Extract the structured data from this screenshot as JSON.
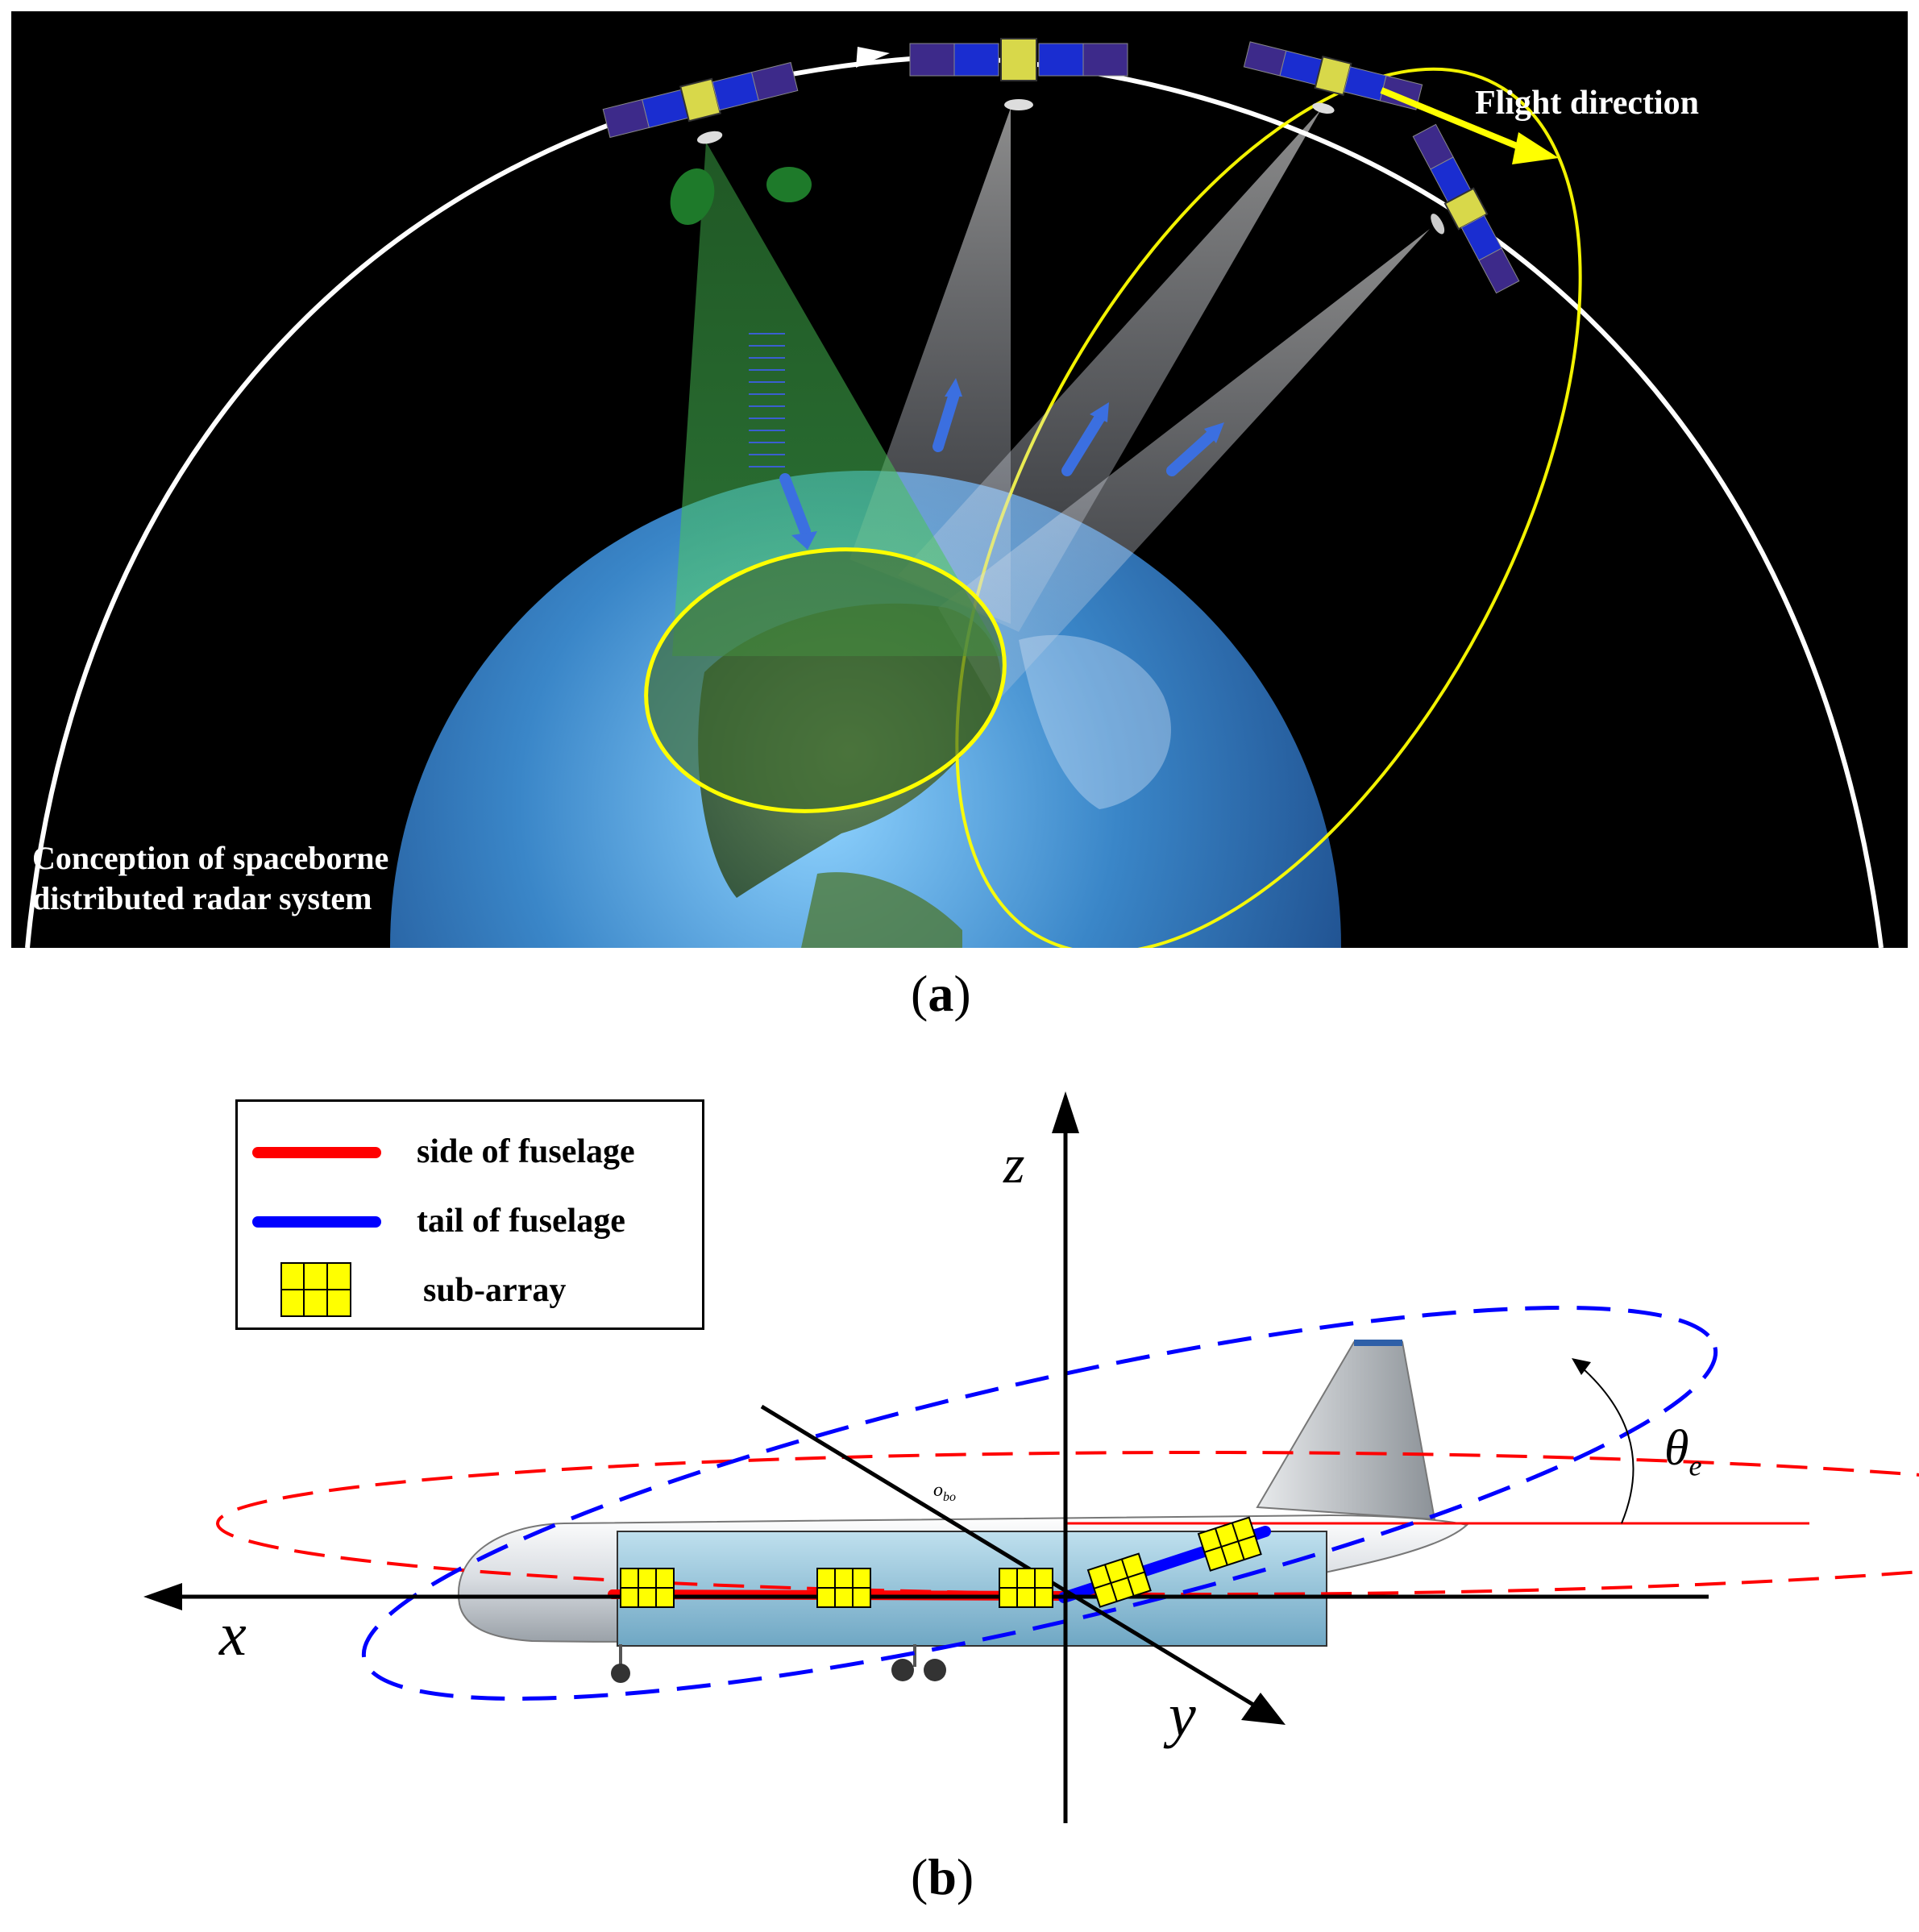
{
  "panel_a": {
    "flight_direction_label": "Flight direction",
    "concept_label_line1": "Conception of spaceborne",
    "concept_label_line2": "distributed radar system",
    "caption_letter": "a",
    "colors": {
      "sky": "#000000",
      "orbit": "#ffffff",
      "track": "#ffff00",
      "beam": "#b9c0cc",
      "green_beam": "#2e9b3a",
      "arrow": "#3b6fe0"
    }
  },
  "panel_b": {
    "caption_letter": "b",
    "legend": [
      {
        "label": "side of fuselage",
        "swatch": "red-line"
      },
      {
        "label": "tail of fuselage",
        "swatch": "blue-line"
      },
      {
        "label": "sub-array",
        "swatch": "yellow-grid"
      }
    ],
    "axes": {
      "x": "x",
      "y": "y",
      "z": "z"
    },
    "origin_label": "o",
    "origin_sub": "bo",
    "angle_label": "θ",
    "angle_sub": "e",
    "colors": {
      "side": "#ff0000",
      "tail": "#0000ff",
      "subarray": "#ffff00"
    }
  }
}
